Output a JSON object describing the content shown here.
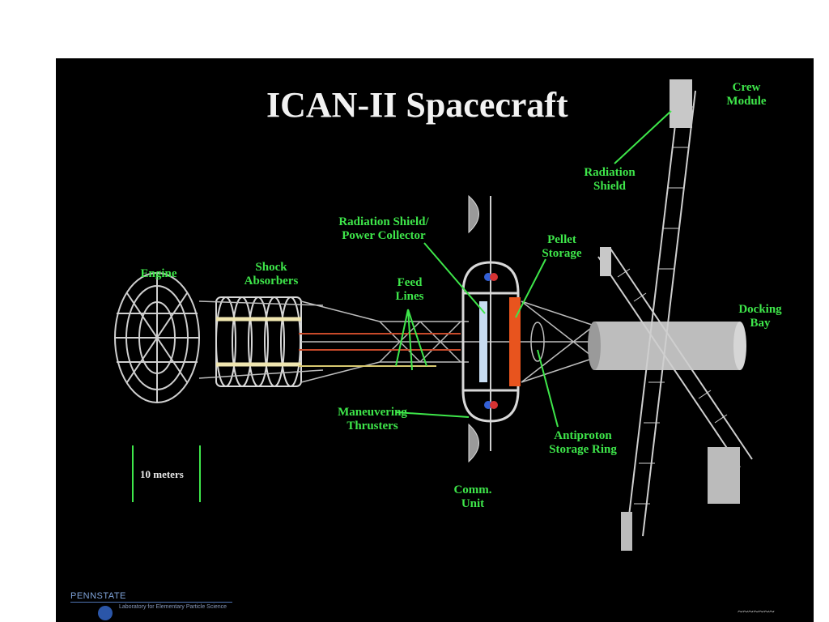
{
  "title": "ICAN-II Spacecraft",
  "labels": {
    "crew_module": [
      "Crew",
      "Module"
    ],
    "radiation_shield": [
      "Radiation",
      "Shield"
    ],
    "radiation_shield_power_collector": [
      "Radiation Shield/",
      "Power Collector"
    ],
    "pellet_storage": [
      "Pellet",
      "Storage"
    ],
    "engine": [
      "Engine"
    ],
    "shock_absorbers": [
      "Shock",
      "Absorbers"
    ],
    "feed_lines": [
      "Feed",
      "Lines"
    ],
    "docking_bay": [
      "Docking",
      "Bay"
    ],
    "maneuvering_thrusters": [
      "Maneuvering",
      "Thrusters"
    ],
    "antiproton_storage_ring": [
      "Antiproton",
      "Storage Ring"
    ],
    "comm_unit": [
      "Comm.",
      "Unit"
    ]
  },
  "scale_bar": {
    "text": "10 meters"
  },
  "footer": {
    "logo_name": "PENNSTATE",
    "logo_sub": "Laboratory for Elementary Particle Science"
  },
  "colors": {
    "label": "#3ee64a",
    "leader": "#3ee64a",
    "background": "#000000",
    "truss": "#cfcfcf",
    "hull": "#bdbdbd",
    "pellet": "#e8541e"
  }
}
